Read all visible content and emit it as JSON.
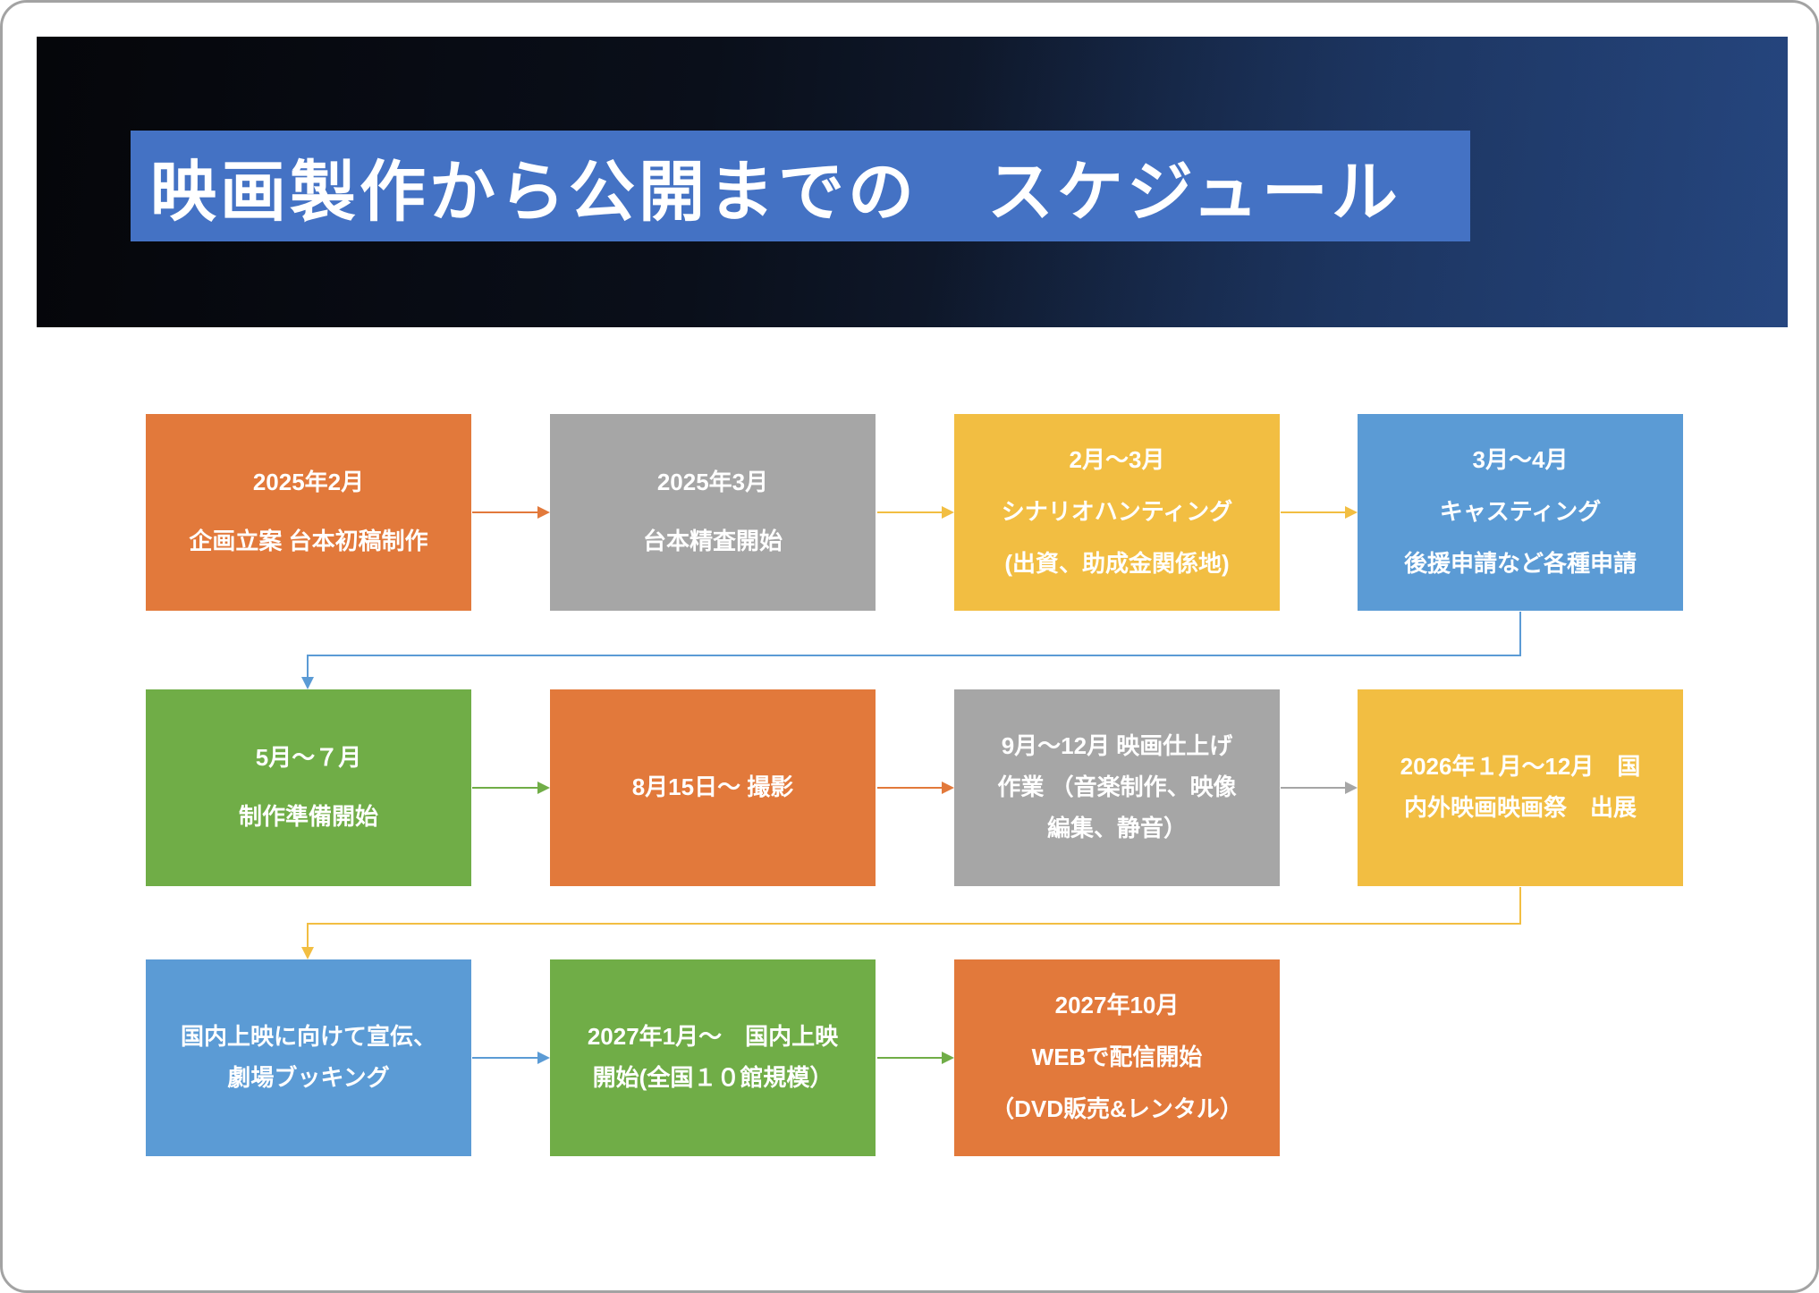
{
  "slide": {
    "title": "映画製作から公開までの　スケジュール"
  },
  "palette": {
    "orange": "#E2793B",
    "gray": "#A6A6A6",
    "gold": "#F2BE42",
    "blue": "#5B9BD5",
    "green": "#70AD47",
    "title_bar": "#4472C4"
  },
  "flow": {
    "boxes": [
      {
        "color": "orange",
        "lines": [
          "2025年2月",
          "企画立案 台本初稿制作"
        ]
      },
      {
        "color": "gray",
        "lines": [
          "2025年3月",
          "台本精査開始"
        ]
      },
      {
        "color": "gold",
        "lines": [
          "2月～3月",
          "シナリオハンティング",
          "(出資、助成金関係地)"
        ]
      },
      {
        "color": "blue",
        "lines": [
          "3月～4月",
          "キャスティング",
          "後援申請など各種申請"
        ]
      },
      {
        "color": "green",
        "lines": [
          "5月～７月",
          "制作準備開始"
        ]
      },
      {
        "color": "orange",
        "lines": [
          "8月15日～ 撮影"
        ]
      },
      {
        "color": "gray",
        "lines": [
          "9月～12月 映画仕上げ",
          "作業 （音楽制作、映像",
          "編集、静音）"
        ]
      },
      {
        "color": "gold",
        "lines": [
          "2026年１月～12月　国",
          "内外映画映画祭　出展"
        ]
      },
      {
        "color": "blue",
        "lines": [
          "国内上映に向けて宣伝、",
          "劇場ブッキング"
        ]
      },
      {
        "color": "green",
        "lines": [
          "2027年1月～　国内上映",
          "開始(全国１０館規模）"
        ]
      },
      {
        "color": "orange",
        "lines": [
          "2027年10月",
          "WEBで配信開始",
          "（DVD販売&レンタル）"
        ]
      }
    ],
    "connectors": [
      {
        "from": 1,
        "to": 2,
        "color": "orange",
        "shape": "straight"
      },
      {
        "from": 2,
        "to": 3,
        "color": "gold",
        "shape": "straight"
      },
      {
        "from": 3,
        "to": 4,
        "color": "gold",
        "shape": "straight"
      },
      {
        "from": 4,
        "to": 5,
        "color": "blue",
        "shape": "elbow"
      },
      {
        "from": 5,
        "to": 6,
        "color": "green",
        "shape": "straight"
      },
      {
        "from": 6,
        "to": 7,
        "color": "orange",
        "shape": "straight"
      },
      {
        "from": 7,
        "to": 8,
        "color": "gray",
        "shape": "straight"
      },
      {
        "from": 8,
        "to": 9,
        "color": "gold",
        "shape": "elbow"
      },
      {
        "from": 9,
        "to": 10,
        "color": "blue",
        "shape": "straight"
      },
      {
        "from": 10,
        "to": 11,
        "color": "green",
        "shape": "straight"
      }
    ]
  }
}
